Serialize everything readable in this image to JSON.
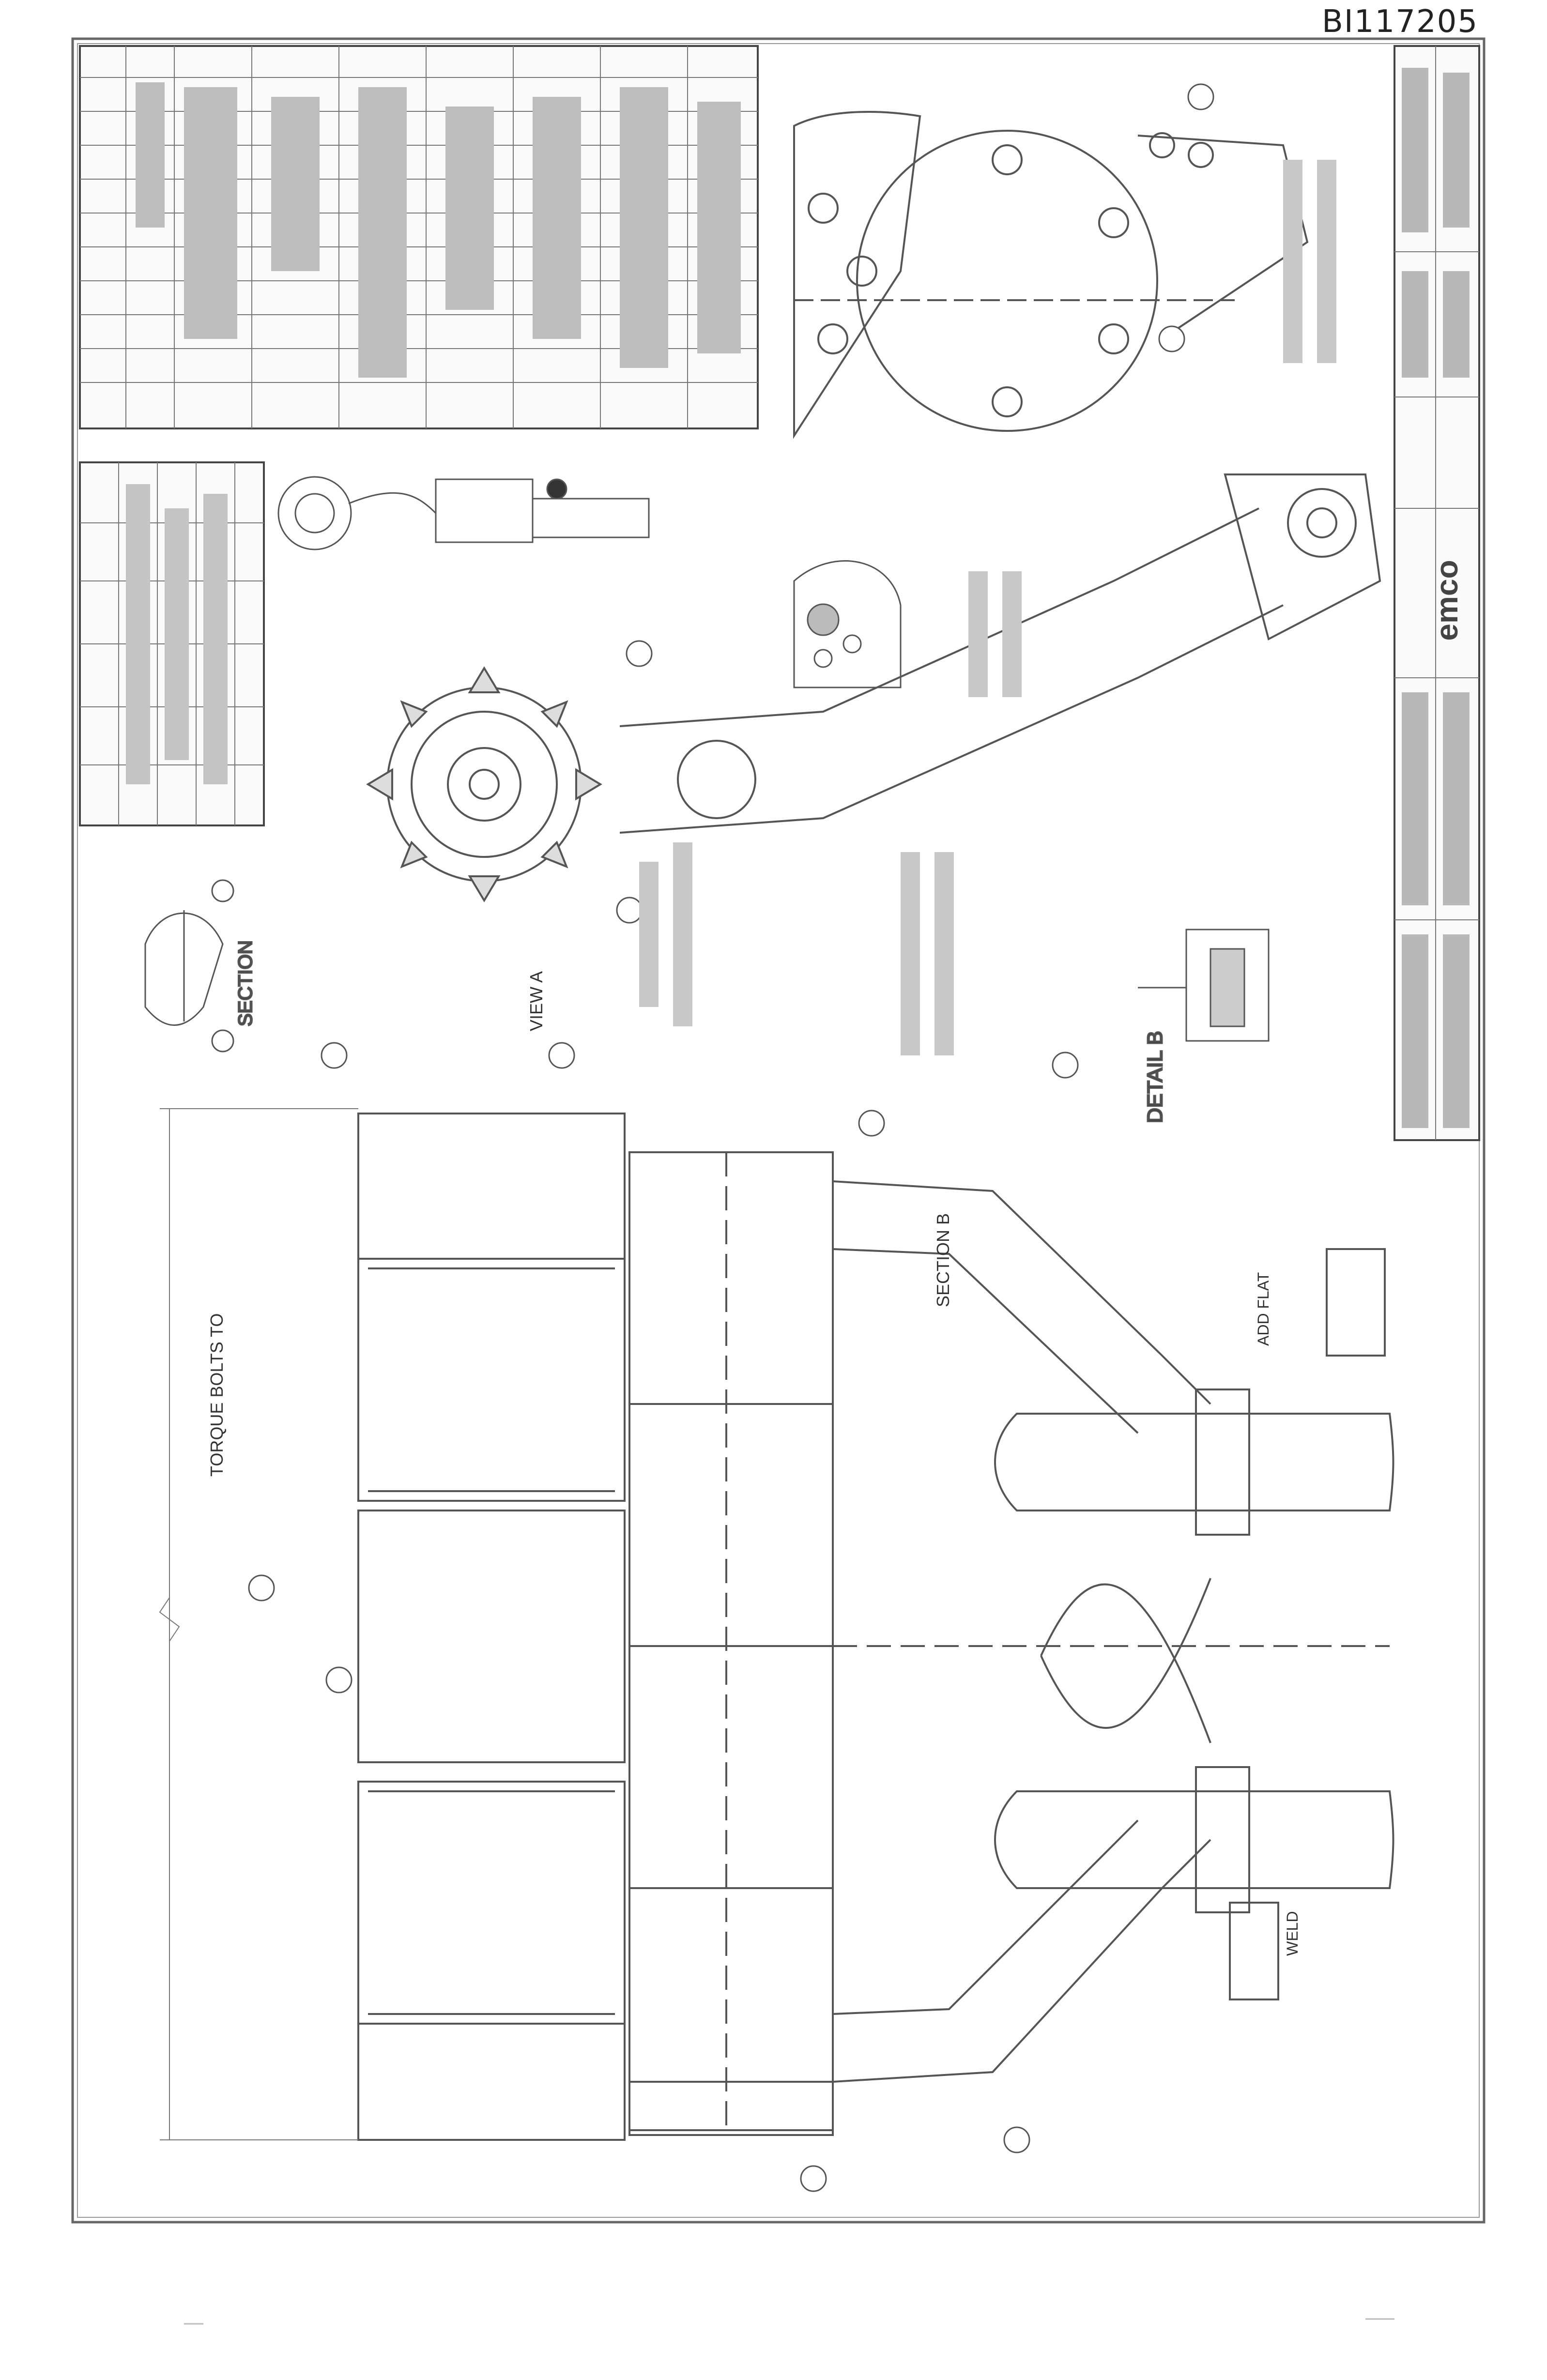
{
  "document": {
    "number": "BI117205"
  },
  "colors": {
    "line": "#555555",
    "faint": "#9a9a9a",
    "dark": "#333333",
    "background": "#ffffff"
  },
  "title_block": {
    "company": "emco"
  },
  "labels": {
    "section_label": "SECTION",
    "detail_b": "DETAIL B",
    "view_a": "VIEW A",
    "note_torque_bolts": "TORQUE BOLTS TO",
    "note_section": "SECTION B",
    "note_add_flat": "ADD FLAT",
    "note_weld": "WELD"
  }
}
